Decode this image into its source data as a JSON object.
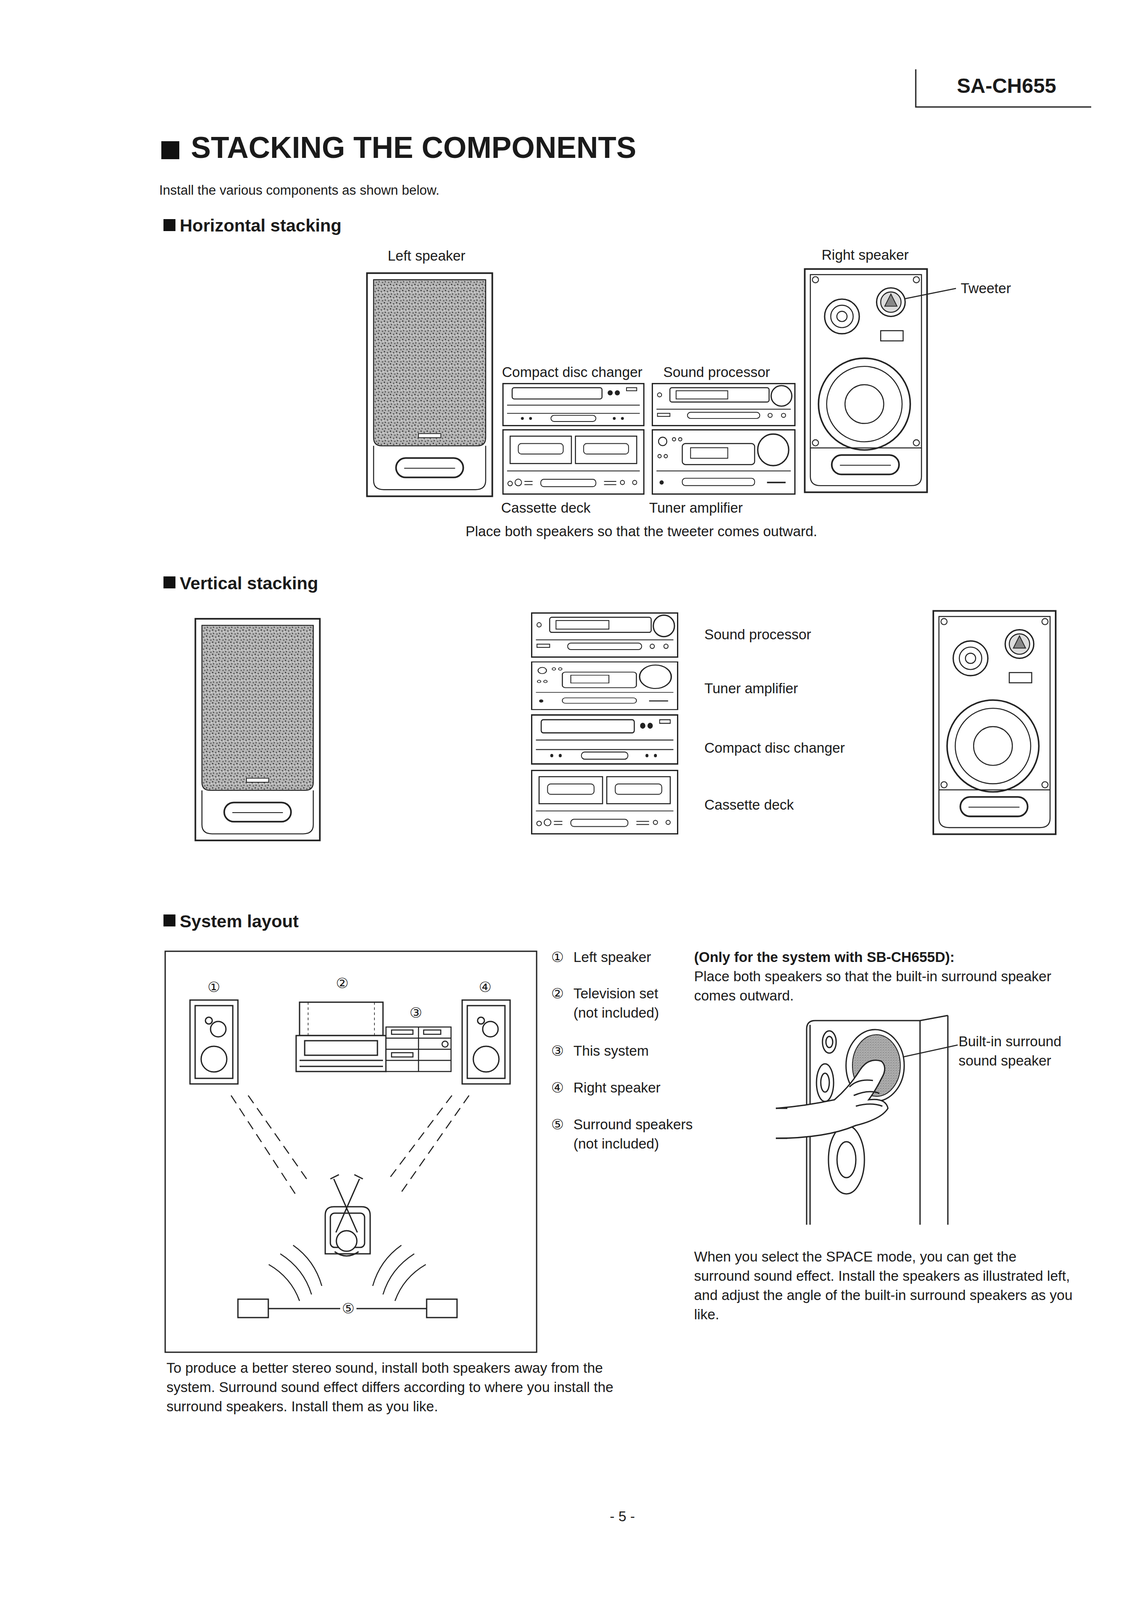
{
  "diagram": {
    "title": "STACKING THE COMPONENTS",
    "labels": [
      "SA-CH655",
      "Install the various components as shown below.",
      "Horizontal stacking",
      "Left speaker",
      "Right speaker",
      "Tweeter",
      "Compact disc changer",
      "Sound processor",
      "Cassette deck",
      "Tuner amplifier",
      "Place both speakers so that the tweeter comes outward.",
      "Vertical stacking",
      "Sound processor",
      "Tuner amplifier",
      "Compact disc changer",
      "Cassette deck",
      "System layout",
      "①",
      "②",
      "③",
      "④",
      "⑤",
      "①",
      "Left speaker",
      "②",
      "Television set (not included)",
      "③",
      "This system",
      "④",
      "Right speaker",
      "⑤",
      "Surround speakers (not included)",
      "(Only for the system with SB-CH655D):",
      "Place both speakers so that the built-in surround speaker comes outward.",
      "Built-in surround sound speaker",
      "When you select the SPACE mode, you can get the surround sound effect. Install the speakers as illustrated left, and adjust the angle of the built-in surround speakers as you like.",
      "To produce a better stereo sound, install both speakers away from the system. Surround sound effect differs according to where you install the surround speakers. Install them as you like.",
      "- 5 -"
    ]
  }
}
